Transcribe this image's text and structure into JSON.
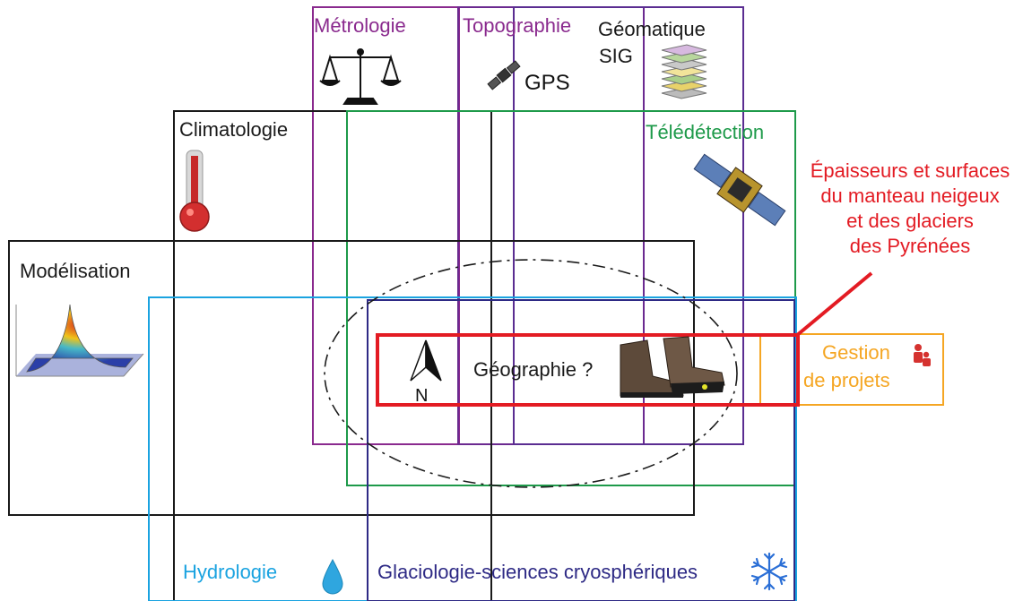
{
  "labels": {
    "metrologie": "Métrologie",
    "topographie": "Topographie",
    "gps": "GPS",
    "geomatique": "Géomatique",
    "sig": "SIG",
    "climatologie": "Climatologie",
    "teledetection": "Télédétection",
    "modelisation": "Modélisation",
    "geographie": "Géographie ?",
    "north": "N",
    "gestion_line1": "Gestion",
    "gestion_line2": "de projets",
    "hydrologie": "Hydrologie",
    "glaciologie": "Glaciologie-sciences cryosphériques",
    "epaisseurs": [
      "Épaisseurs et surfaces",
      "du manteau neigeux",
      "et des glaciers",
      "des Pyrénées"
    ]
  },
  "colors": {
    "metrologie": "#8a2a8e",
    "topographie": "#6b2a90",
    "geomatique": "#5a2d91",
    "climatologie": "#1a1a1a",
    "teledetection": "#1e9a4a",
    "modelisation": "#1a1a1a",
    "hydrologie": "#1aa3e0",
    "glaciologie": "#2e2a85",
    "gestion": "#f5a623",
    "red": "#e31b23"
  },
  "icons": [
    "balance-icon",
    "satellite-gps-icon",
    "layers-icon",
    "thermometer-icon",
    "satellite-icon",
    "gaussian-surface-icon",
    "north-arrow-icon",
    "boots-icon",
    "people-icon",
    "water-drop-icon",
    "snowflake-icon"
  ]
}
